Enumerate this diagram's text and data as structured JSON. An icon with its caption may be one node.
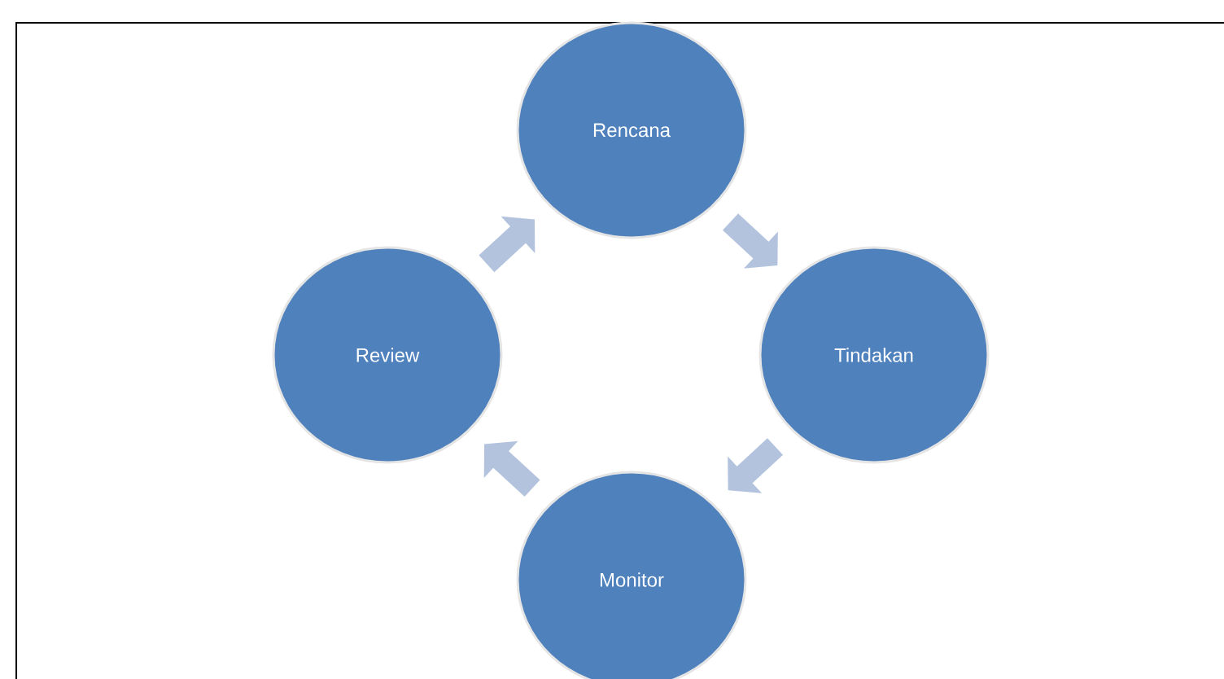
{
  "diagram": {
    "nodes": [
      {
        "text": [
          "Rencana"
        ]
      },
      {
        "text": [
          "Tindakan"
        ]
      },
      {
        "text": [
          "Monitor"
        ]
      },
      {
        "text": [
          "Review"
        ]
      }
    ],
    "edges": [
      {
        "from": 0,
        "to": 1,
        "arrow": "to"
      },
      {
        "from": 1,
        "to": 2,
        "arrow": "to"
      },
      {
        "from": 2,
        "to": 3,
        "arrow": "to"
      },
      {
        "from": 3,
        "to": 0,
        "arrow": "to"
      }
    ]
  }
}
